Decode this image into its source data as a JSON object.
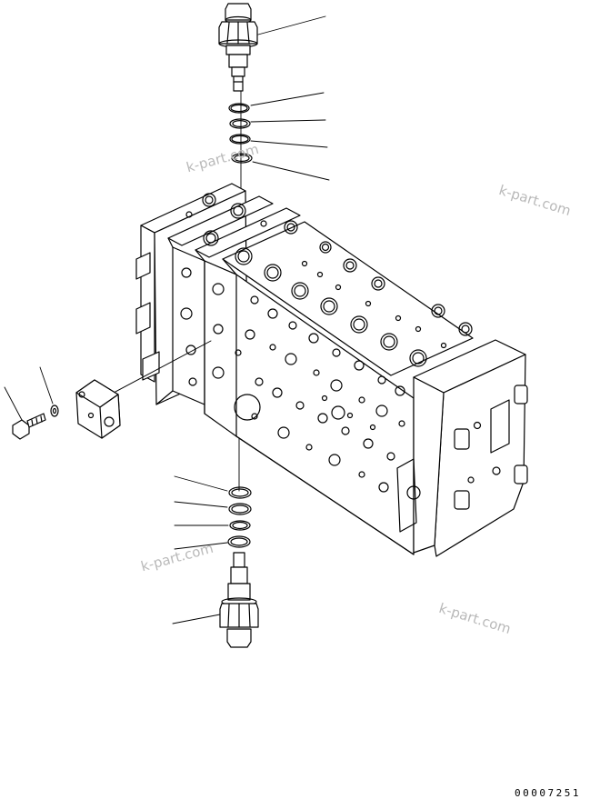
{
  "drawing": {
    "number": "00007251",
    "watermarks": [
      "k-part.com",
      "k-part.com",
      "k-part.com",
      "k-part.com"
    ]
  }
}
